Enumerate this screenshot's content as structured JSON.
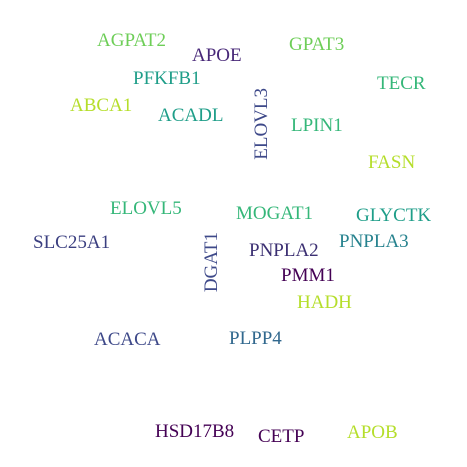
{
  "cloud": {
    "words": [
      {
        "text": "AGPAT2",
        "color": "#6ece58"
      },
      {
        "text": "APOE",
        "color": "#482878"
      },
      {
        "text": "GPAT3",
        "color": "#6ece58"
      },
      {
        "text": "PFKFB1",
        "color": "#1f9e89"
      },
      {
        "text": "TECR",
        "color": "#35b779"
      },
      {
        "text": "ABCA1",
        "color": "#b5de2b"
      },
      {
        "text": "ACADL",
        "color": "#1f9e89"
      },
      {
        "text": "ELOVL3",
        "color": "#3e4989"
      },
      {
        "text": "LPIN1",
        "color": "#35b779"
      },
      {
        "text": "FASN",
        "color": "#b5de2b"
      },
      {
        "text": "ELOVL5",
        "color": "#35b779"
      },
      {
        "text": "MOGAT1",
        "color": "#35b779"
      },
      {
        "text": "GLYCTK",
        "color": "#1f9e89"
      },
      {
        "text": "SLC25A1",
        "color": "#3b3f80"
      },
      {
        "text": "DGAT1",
        "color": "#3e4989"
      },
      {
        "text": "PNPLA2",
        "color": "#3b2f72"
      },
      {
        "text": "PNPLA3",
        "color": "#26828e"
      },
      {
        "text": "PMM1",
        "color": "#440154"
      },
      {
        "text": "HADH",
        "color": "#b5de2b"
      },
      {
        "text": "ACACA",
        "color": "#3e4989"
      },
      {
        "text": "PLPP4",
        "color": "#31688e"
      },
      {
        "text": "HSD17B8",
        "color": "#440154"
      },
      {
        "text": "CETP",
        "color": "#440154"
      },
      {
        "text": "APOB",
        "color": "#b5de2b"
      }
    ]
  }
}
